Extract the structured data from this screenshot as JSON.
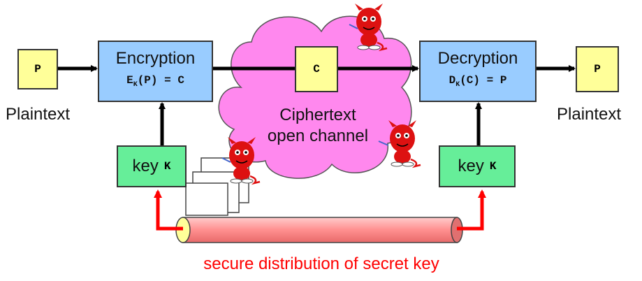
{
  "plaintext_in": {
    "symbol": "P",
    "label": "Plaintext"
  },
  "encryption": {
    "title": "Encryption",
    "op_func": "E",
    "op_sub": "K",
    "op_rest": "(P) = C"
  },
  "ciphertext": {
    "symbol": "C",
    "line1": "Ciphertext",
    "line2": "open channel"
  },
  "decryption": {
    "title": "Decryption",
    "op_func": "D",
    "op_sub": "K",
    "op_rest": "(C) = P"
  },
  "plaintext_out": {
    "symbol": "P",
    "label": "Plaintext"
  },
  "key_left": {
    "text": "key",
    "symbol": "K"
  },
  "key_right": {
    "text": "key",
    "symbol": "K"
  },
  "secure_channel": {
    "label": "secure distribution of secret key"
  },
  "colors": {
    "plain_box": "#ffff99",
    "crypto_box": "#99ccff",
    "key_box": "#66ee99",
    "cloud": "#ff88ee",
    "pipe": "#ff9999",
    "arrow_red": "#ff0000",
    "label_red": "#ff0000",
    "devil": "#dd1111"
  },
  "icons": [
    "devil-mascot-icon",
    "devil-mascot-icon",
    "devil-mascot-icon",
    "document-stack-icon"
  ]
}
